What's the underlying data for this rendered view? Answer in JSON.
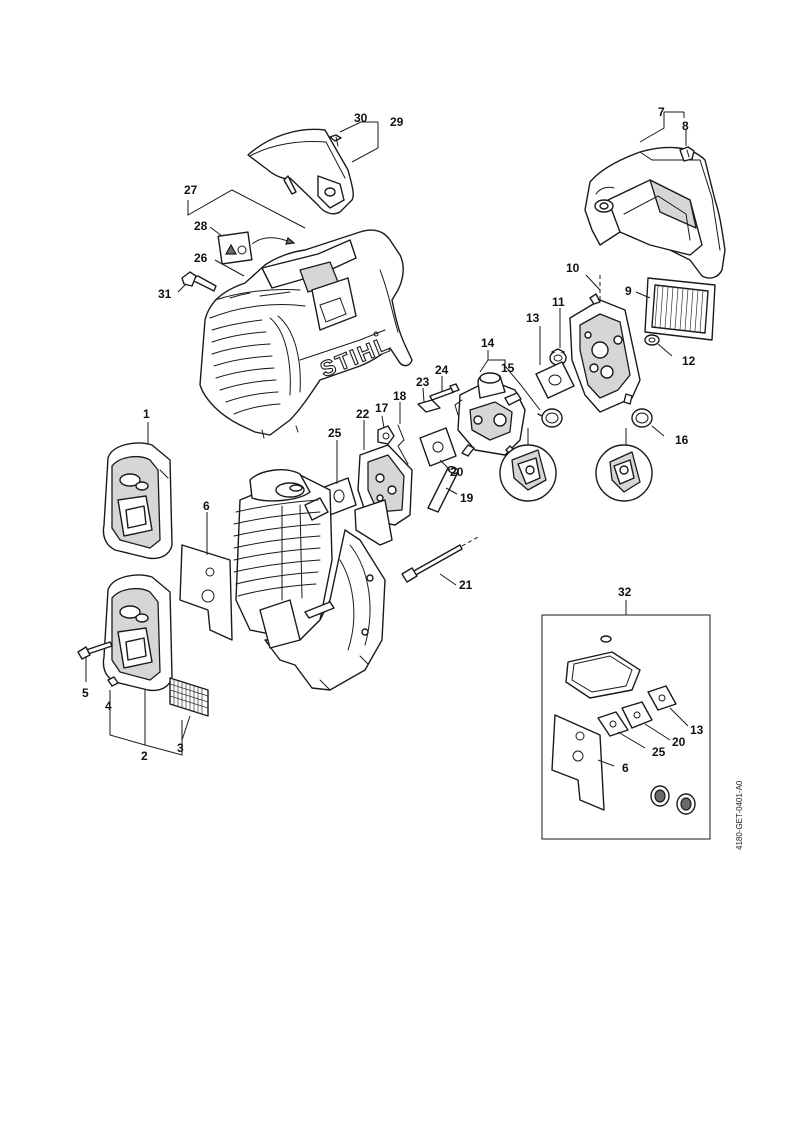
{
  "drawing_code": "4180-GET-0401-A0",
  "logo_text": "STIHL",
  "labels": [
    "1",
    "2",
    "3",
    "4",
    "5",
    "6",
    "7",
    "8",
    "9",
    "10",
    "11",
    "12",
    "13",
    "14",
    "15",
    "16",
    "17",
    "18",
    "19",
    "20",
    "21",
    "22",
    "23",
    "24",
    "25",
    "26",
    "27",
    "28",
    "29",
    "30",
    "31",
    "32"
  ],
  "kit_labels": [
    "13",
    "20",
    "25",
    "6"
  ]
}
